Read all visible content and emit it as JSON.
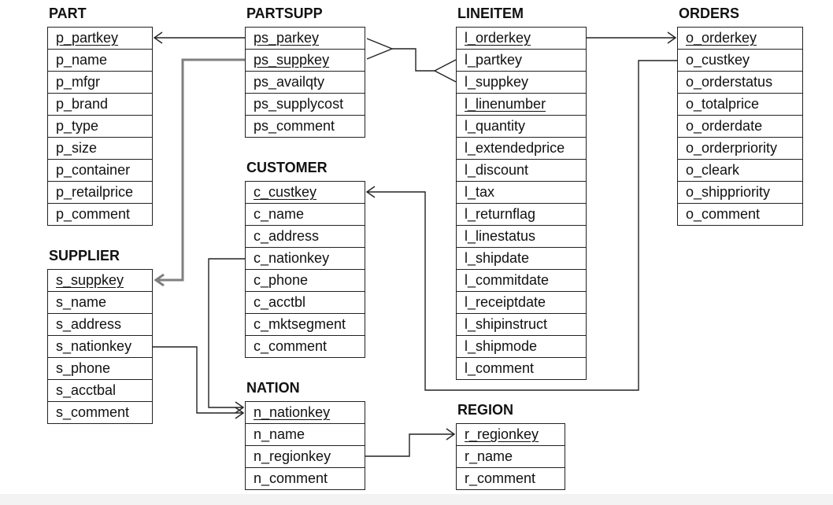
{
  "tables": [
    {
      "id": "part",
      "title": "PART",
      "columns": [
        {
          "name": "p_partkey",
          "pk": true
        },
        {
          "name": "p_name"
        },
        {
          "name": "p_mfgr"
        },
        {
          "name": "p_brand"
        },
        {
          "name": "p_type"
        },
        {
          "name": "p_size"
        },
        {
          "name": "p_container"
        },
        {
          "name": "p_retailprice"
        },
        {
          "name": "p_comment"
        }
      ]
    },
    {
      "id": "partsupp",
      "title": "PARTSUPP",
      "columns": [
        {
          "name": "ps_parkey",
          "pk": true
        },
        {
          "name": "ps_suppkey",
          "pk": true
        },
        {
          "name": "ps_availqty"
        },
        {
          "name": "ps_supplycost"
        },
        {
          "name": "ps_comment"
        }
      ]
    },
    {
      "id": "lineitem",
      "title": "LINEITEM",
      "columns": [
        {
          "name": "l_orderkey",
          "pk": true
        },
        {
          "name": "l_partkey"
        },
        {
          "name": "l_suppkey"
        },
        {
          "name": "l_linenumber",
          "pk": true
        },
        {
          "name": "l_quantity"
        },
        {
          "name": "l_extendedprice"
        },
        {
          "name": "l_discount"
        },
        {
          "name": "l_tax"
        },
        {
          "name": "l_returnflag"
        },
        {
          "name": "l_linestatus"
        },
        {
          "name": "l_shipdate"
        },
        {
          "name": "l_commitdate"
        },
        {
          "name": "l_receiptdate"
        },
        {
          "name": "l_shipinstruct"
        },
        {
          "name": "l_shipmode"
        },
        {
          "name": "l_comment"
        }
      ]
    },
    {
      "id": "orders",
      "title": "ORDERS",
      "columns": [
        {
          "name": "o_orderkey",
          "pk": true
        },
        {
          "name": "o_custkey"
        },
        {
          "name": "o_orderstatus"
        },
        {
          "name": "o_totalprice"
        },
        {
          "name": "o_orderdate"
        },
        {
          "name": "o_orderpriority"
        },
        {
          "name": "o_cleark"
        },
        {
          "name": "o_shippriority"
        },
        {
          "name": "o_comment"
        }
      ]
    },
    {
      "id": "customer",
      "title": "CUSTOMER",
      "columns": [
        {
          "name": "c_custkey",
          "pk": true
        },
        {
          "name": "c_name"
        },
        {
          "name": "c_address"
        },
        {
          "name": "c_nationkey"
        },
        {
          "name": "c_phone"
        },
        {
          "name": "c_acctbl"
        },
        {
          "name": "c_mktsegment"
        },
        {
          "name": "c_comment"
        }
      ]
    },
    {
      "id": "supplier",
      "title": "SUPPLIER",
      "columns": [
        {
          "name": "s_suppkey",
          "pk": true
        },
        {
          "name": "s_name"
        },
        {
          "name": "s_address"
        },
        {
          "name": "s_nationkey"
        },
        {
          "name": "s_phone"
        },
        {
          "name": "s_acctbal"
        },
        {
          "name": "s_comment"
        }
      ]
    },
    {
      "id": "nation",
      "title": "NATION",
      "columns": [
        {
          "name": "n_nationkey",
          "pk": true
        },
        {
          "name": "n_name"
        },
        {
          "name": "n_regionkey"
        },
        {
          "name": "n_comment"
        }
      ]
    },
    {
      "id": "region",
      "title": "REGION",
      "columns": [
        {
          "name": "r_regionkey",
          "pk": true
        },
        {
          "name": "r_name"
        },
        {
          "name": "r_comment"
        }
      ]
    }
  ],
  "relationships": [
    {
      "from": "partsupp.ps_parkey",
      "to": "part.p_partkey",
      "kind": "arrow"
    },
    {
      "from": "partsupp.ps_suppkey",
      "to": "supplier.s_suppkey",
      "kind": "arrow",
      "emphasis": "gray"
    },
    {
      "from": "lineitem.l_partkey",
      "to": "partsupp.ps_parkey",
      "kind": "crowsfoot"
    },
    {
      "from": "lineitem.l_suppkey",
      "to": "partsupp.ps_suppkey",
      "kind": "crowsfoot"
    },
    {
      "from": "lineitem.l_orderkey",
      "to": "orders.o_orderkey",
      "kind": "arrow"
    },
    {
      "from": "orders.o_custkey",
      "to": "customer.c_custkey",
      "kind": "arrow"
    },
    {
      "from": "customer.c_nationkey",
      "to": "nation.n_nationkey",
      "kind": "arrow"
    },
    {
      "from": "supplier.s_nationkey",
      "to": "nation.n_nationkey",
      "kind": "arrow"
    },
    {
      "from": "nation.n_regionkey",
      "to": "region.r_regionkey",
      "kind": "arrow"
    }
  ],
  "colors": {
    "line": "#222222",
    "gray_line": "#7f7f7f",
    "border": "#222222",
    "text": "#111111"
  }
}
